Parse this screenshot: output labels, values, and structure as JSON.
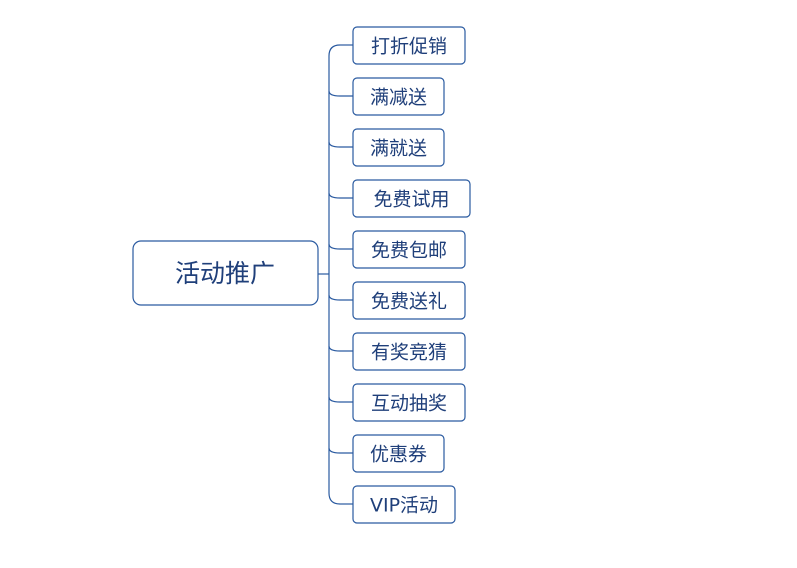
{
  "root": {
    "label": "活动推广"
  },
  "children": [
    {
      "label": "打折促销"
    },
    {
      "label": "满减送"
    },
    {
      "label": "满就送"
    },
    {
      "label": "免费试用"
    },
    {
      "label": "免费包邮"
    },
    {
      "label": "免费送礼"
    },
    {
      "label": "有奖竞猜"
    },
    {
      "label": "互动抽奖"
    },
    {
      "label": "优惠券"
    },
    {
      "label": "VIP活动"
    }
  ],
  "colors": {
    "stroke": "#2a5aa0",
    "text": "#1f3f7a",
    "background": "#ffffff"
  }
}
